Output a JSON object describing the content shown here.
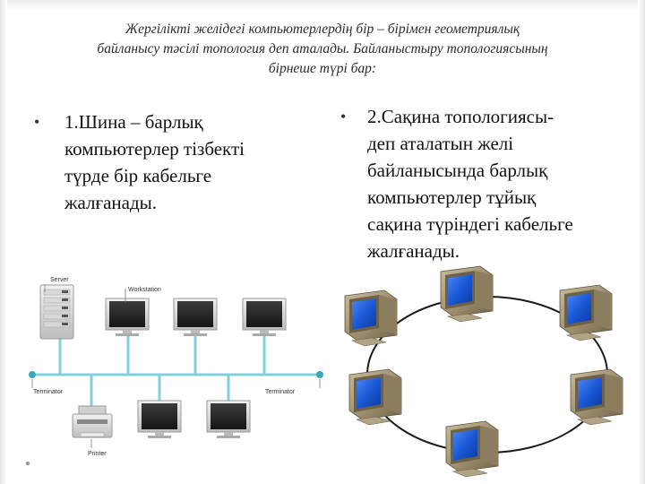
{
  "title": {
    "lines": [
      "Жергілікті желідегі компьютерлердің бір – бірімен геометриялық",
      "байланысу тәсілі топология деп аталады. Байланыстыру топологиясының",
      "бірнеше түрі бар:"
    ]
  },
  "bullets": [
    {
      "lines": [
        "1.Шина – барлық",
        "компьютерлер тізбекті",
        "түрде бір кабельге",
        "жалғанады."
      ]
    },
    {
      "lines": [
        "2.Сақина топологиясы-",
        "деп аталатын желі",
        "байланысында барлық",
        "компьютерлер тұйық",
        "сақина түріндегі кабельге",
        "жалғанады."
      ]
    }
  ],
  "bus_diagram": {
    "labels": {
      "server": "Server",
      "workstation": "Workstation",
      "terminator_left": "Terminator",
      "terminator_right": "Terminator",
      "printer": "Printer"
    },
    "colors": {
      "cable": "#7fd0dc",
      "terminator": "#3aa7b8"
    }
  },
  "ring_diagram": {
    "computer_count": 6,
    "colors": {
      "screen": "#1a58d6",
      "case": "#9a8a6a"
    }
  },
  "bullet_symbol": "•"
}
